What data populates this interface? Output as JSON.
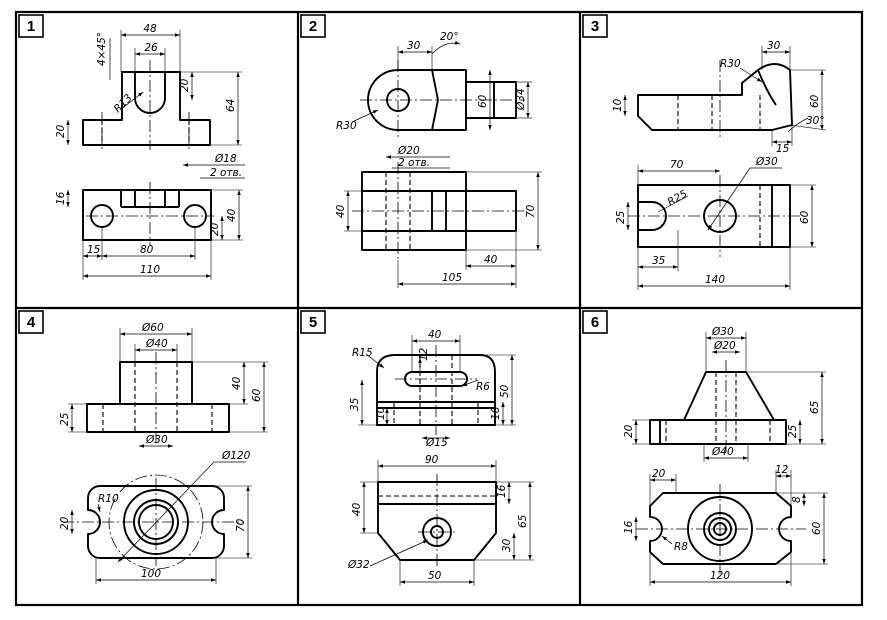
{
  "panels": [
    {
      "number": "1",
      "dims": [
        "48",
        "26",
        "4×45°",
        "20",
        "64",
        "R13",
        "20",
        "Ø18",
        "2 отв.",
        "16",
        "20",
        "40",
        "15",
        "80",
        "110"
      ]
    },
    {
      "number": "2",
      "dims": [
        "30",
        "20°",
        "R30",
        "60",
        "Ø34",
        "Ø20",
        "2 отв.",
        "40",
        "70",
        "40",
        "105"
      ]
    },
    {
      "number": "3",
      "dims": [
        "30",
        "R30",
        "10",
        "60",
        "30°",
        "15",
        "70",
        "Ø30",
        "R25",
        "25",
        "60",
        "35",
        "140"
      ]
    },
    {
      "number": "4",
      "dims": [
        "Ø60",
        "Ø40",
        "40",
        "60",
        "25",
        "Ø30",
        "Ø120",
        "R10",
        "20",
        "70",
        "100"
      ]
    },
    {
      "number": "5",
      "dims": [
        "40",
        "R15",
        "12",
        "R6",
        "50",
        "35",
        "10",
        "16",
        "Ø15",
        "90",
        "16",
        "40",
        "65",
        "30",
        "Ø32",
        "50"
      ]
    },
    {
      "number": "6",
      "dims": [
        "Ø30",
        "Ø20",
        "65",
        "20",
        "25",
        "Ø40",
        "20",
        "12",
        "8",
        "16",
        "R8",
        "60",
        "120"
      ]
    }
  ]
}
